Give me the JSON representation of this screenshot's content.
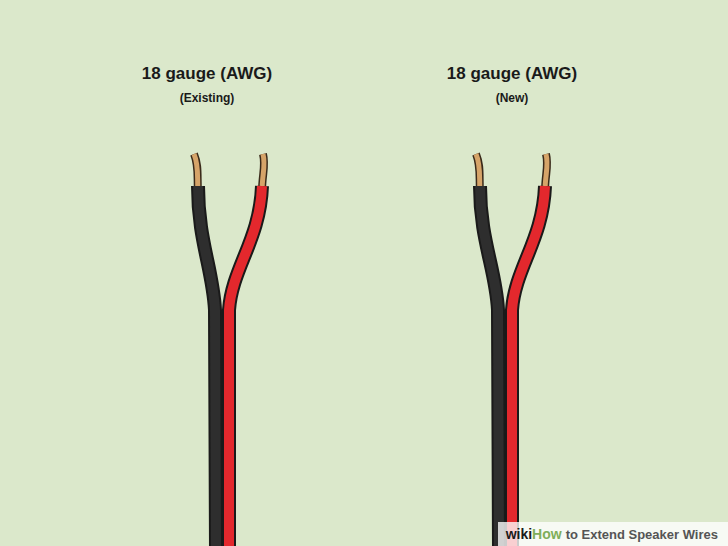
{
  "diagram": {
    "labels": [
      "18 gauge (AWG)",
      "(Existing)",
      "18 gauge (AWG)",
      "(New)",
      "wiki",
      "How",
      "to Extend Speaker Wires"
    ]
  }
}
